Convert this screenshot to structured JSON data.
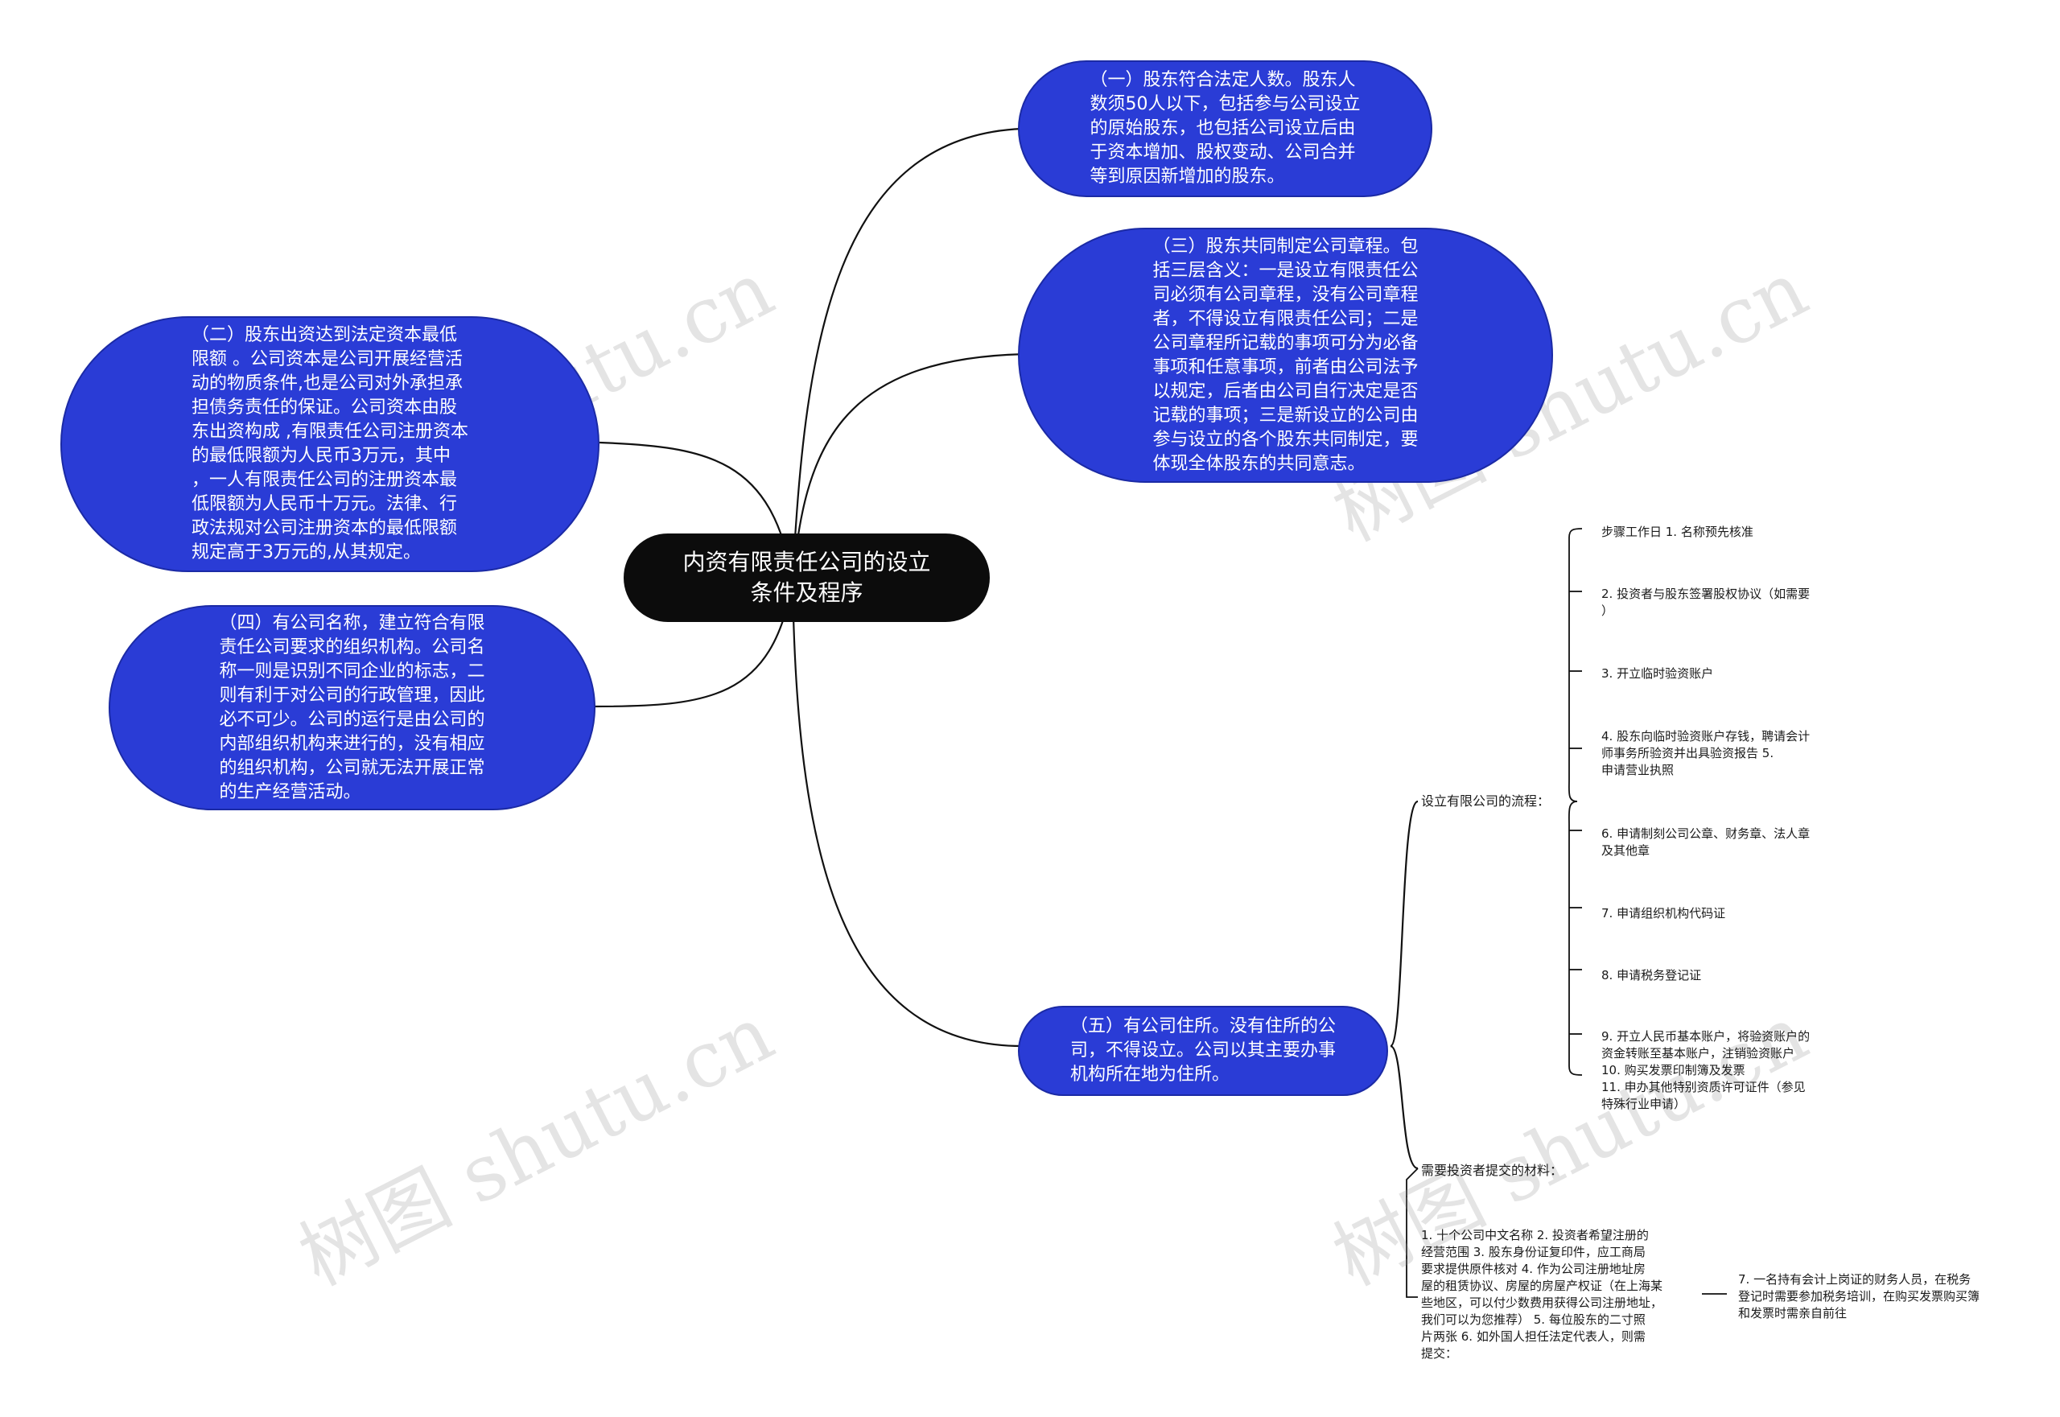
{
  "center": {
    "text": "内资有限责任公司的设立\n条件及程序"
  },
  "left_nodes": [
    {
      "text": "（二）股东出资达到法定资本最低\n限额 。公司资本是公司开展经营活\n动的物质条件,也是公司对外承担承\n担债务责任的保证。公司资本由股\n东出资构成 ,有限责任公司注册资本\n的最低限额为人民币3万元，其中\n，一人有限责任公司的注册资本最\n低限额为人民币十万元。法律、行\n政法规对公司注册资本的最低限额\n规定高于3万元的,从其规定。"
    },
    {
      "text": "（四）有公司名称，建立符合有限\n责任公司要求的组织机构。公司名\n称一则是识别不同企业的标志，二\n则有利于对公司的行政管理，因此\n必不可少。公司的运行是由公司的\n内部组织机构来进行的，没有相应\n的组织机构，公司就无法开展正常\n的生产经营活动。"
    }
  ],
  "right_nodes": [
    {
      "text": "（一）股东符合法定人数。股东人\n数须50人以下，包括参与公司设立\n的原始股东，也包括公司设立后由\n于资本增加、股权变动、公司合并\n等到原因新增加的股东。"
    },
    {
      "text": "（三）股东共同制定公司章程。包\n括三层含义：一是设立有限责任公\n司必须有公司章程，没有公司章程\n者，不得设立有限责任公司；二是\n公司章程所记载的事项可分为必备\n事项和任意事项，前者由公司法予\n以规定，后者由公司自行决定是否\n记载的事项；三是新设立的公司由\n参与设立的各个股东共同制定，要\n体现全体股东的共同意志。"
    },
    {
      "text": "（五）有公司住所。没有住所的公\n司，不得设立。公司以其主要办事\n机构所在地为住所。"
    }
  ],
  "process": {
    "label": "设立有限公司的流程：",
    "steps": [
      "步骤工作日 1.        名称预先核准",
      "2.        投资者与股东签署股权协议（如需要\n）",
      "3.   开立临时验资账户",
      "4.        股东向临时验资账户存钱，聘请会计\n师事务所验资并出具验资报告                      5.\n           申请营业执照",
      "6.        申请制刻公司公章、财务章、法人章\n及其他章",
      "7.        申请组织机构代码证",
      "8.        申请税务登记证",
      "9.        开立人民币基本账户，将验资账户的\n资金转账至基本账户，注销验资账户\n      10.        购买发票印制簿及发票\n      11.    申办其他特别资质许可证件（参见\n特殊行业申请）"
    ]
  },
  "materials": {
    "label": "需要投资者提交的材料：",
    "list_text": "1. 十个公司中文名称     2. 投资者希望注册的\n经营范围     3. 股东身份证复印件，应工商局\n要求提供原件核对     4. 作为公司注册地址房\n屋的租赁协议、房屋的房屋产权证（在上海某\n些地区，可以付少数费用获得公司注册地址，\n我们可以为您推荐）     5. 每位股东的二寸照\n片两张     6. 如外国人担任法定代表人，则需\n提交：",
    "followup": "7. 一名持有会计上岗证的财务人员，在税务\n登记时需要参加税务培训，在购买发票购买簿\n和发票时需亲自前往"
  },
  "watermark": "树图 shutu.cn",
  "colors": {
    "node_blue": "#2a3cd6",
    "center_black": "#0c0c0c",
    "line": "#111111"
  }
}
